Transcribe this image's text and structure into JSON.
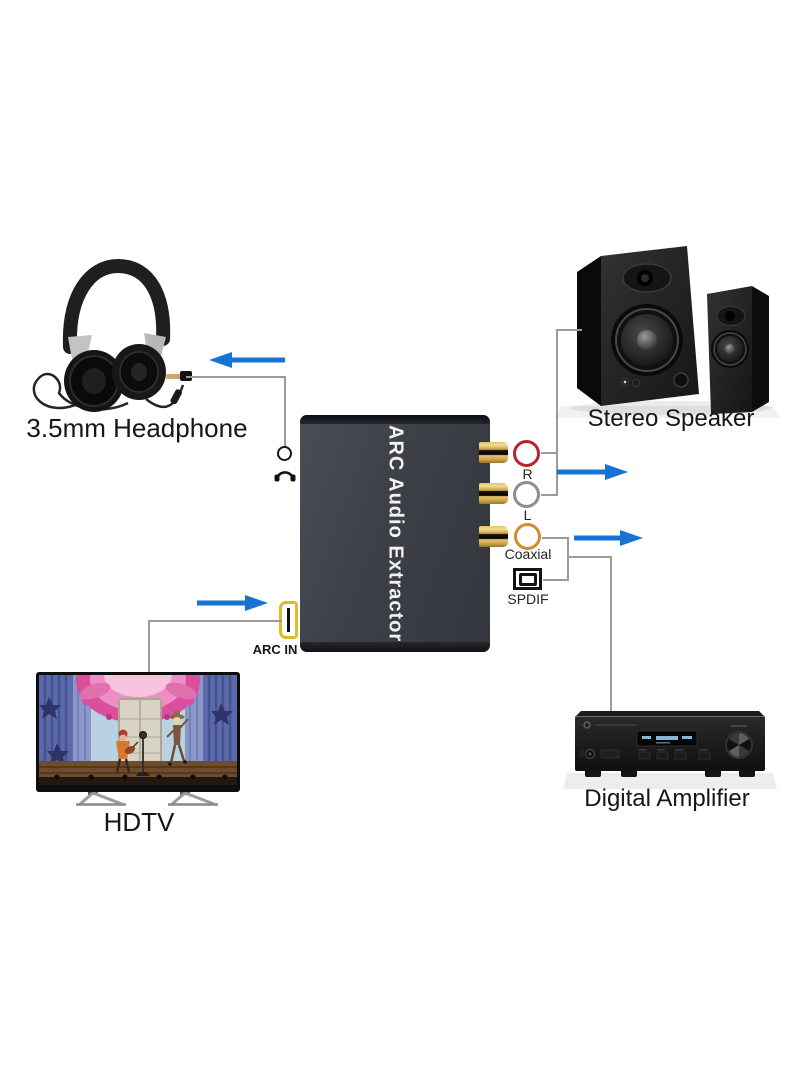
{
  "device": {
    "label": "ARC Audio Extractor",
    "body_color": "#3b3e45",
    "text_color": "#f2f2f2"
  },
  "nodes": {
    "headphone": {
      "label": "3.5mm Headphone"
    },
    "stereo_speaker": {
      "label": "Stereo Speaker"
    },
    "hdtv": {
      "label": "HDTV"
    },
    "digital_amplifier": {
      "label": "Digital Amplifier"
    }
  },
  "ports": {
    "rca_r": {
      "label": "R",
      "ring_color": "#b6252b"
    },
    "rca_l": {
      "label": "L",
      "ring_color": "#8d8d8d"
    },
    "coaxial": {
      "label": "Coaxial",
      "ring_color": "#d28a33"
    },
    "spdif": {
      "label": "SPDIF"
    },
    "arc_in": {
      "label": "ARC IN",
      "outline_color": "#e2b82d"
    }
  },
  "connections": {
    "arrow_color": "#1673d1",
    "wire_color": "#9a9a9a"
  }
}
